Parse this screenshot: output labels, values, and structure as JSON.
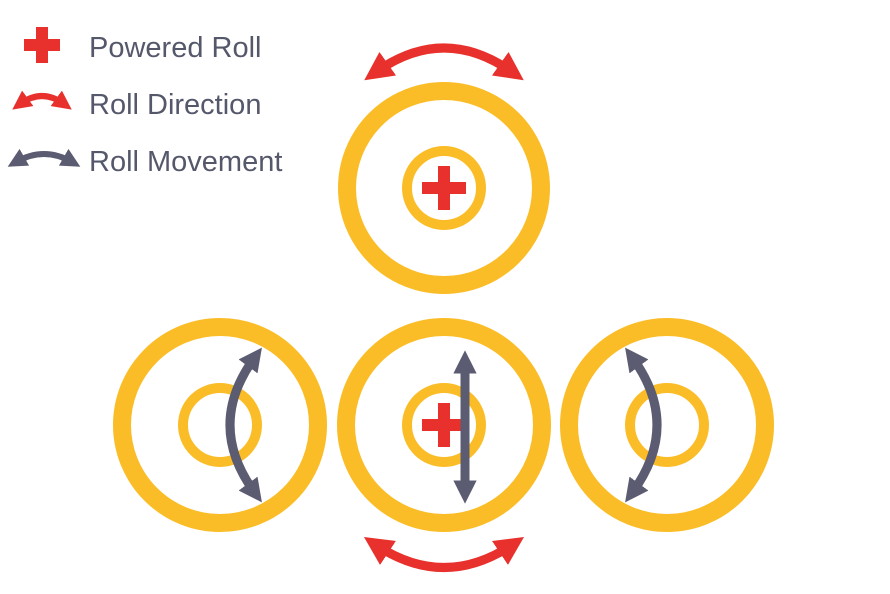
{
  "legend": {
    "items": [
      {
        "label": "Powered Roll",
        "icon": "plus-icon"
      },
      {
        "label": "Roll Direction",
        "icon": "curved-double-arrow-icon"
      },
      {
        "label": "Roll Movement",
        "icon": "curved-double-arrow-icon"
      }
    ]
  },
  "colors": {
    "roll_ring": "#fbbd27",
    "powered": "#e8312c",
    "direction": "#e8312c",
    "movement": "#5b5c72",
    "legend_text": "#55586b",
    "background": "#ffffff"
  },
  "rolls": [
    {
      "id": "top",
      "powered": true
    },
    {
      "id": "bottom-left",
      "powered": false
    },
    {
      "id": "bottom-center",
      "powered": true
    },
    {
      "id": "bottom-right",
      "powered": false
    }
  ]
}
